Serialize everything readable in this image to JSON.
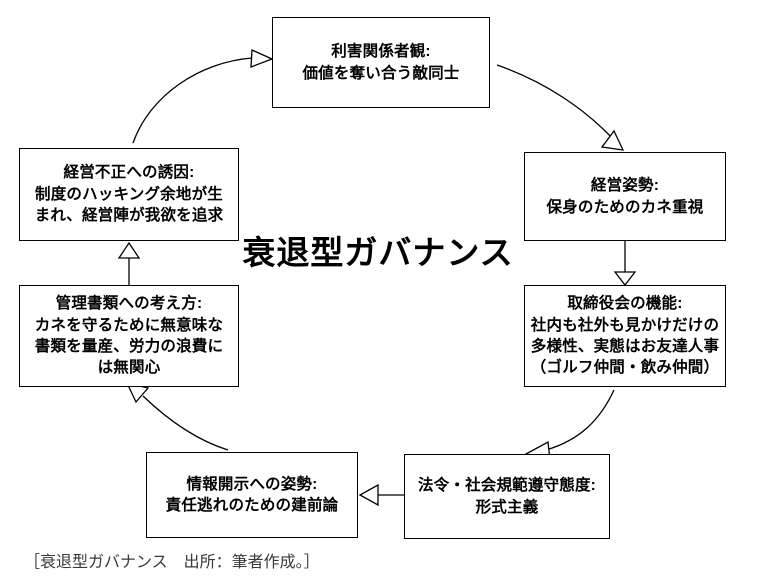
{
  "figure": {
    "center_title": "衰退型ガバナンス",
    "caption": "［衰退型ガバナンス　出所：筆者作成。］",
    "line_color": "#000000",
    "background_color": "#ffffff",
    "text_color": "#000000",
    "caption_color": "#3a3a3a"
  },
  "nodes": [
    {
      "id": "stakeholder-view",
      "lines": [
        "利害関係者観:",
        "価値を奪い合う敵同士"
      ]
    },
    {
      "id": "management-stance",
      "lines": [
        "経営姿勢:",
        "保身のためのカネ重視"
      ]
    },
    {
      "id": "board-function",
      "lines": [
        "取締役会の機能:",
        "社内も社外も見かけだけの",
        "多様性、実態はお友達人事",
        "（ゴルフ仲間・飲み仲間）"
      ]
    },
    {
      "id": "compliance-attitude",
      "lines": [
        "法令・社会規範遵守態度:",
        "形式主義"
      ]
    },
    {
      "id": "disclosure-attitude",
      "lines": [
        "情報開示への姿勢:",
        "責任逃れのための建前論"
      ]
    },
    {
      "id": "management-documents",
      "lines": [
        "管理書類への考え方:",
        "カネを守るために無意味な",
        "書類を量産、労力の浪費に",
        "は無関心"
      ]
    },
    {
      "id": "misconduct-incentive",
      "lines": [
        "経営不正への誘因:",
        "制度のハッキング余地が生",
        "まれ、経営陣が我欲を追求"
      ]
    }
  ],
  "arrows": [
    {
      "id": "stakeholder-to-management-stance",
      "style": "curved",
      "from": "stakeholder-view",
      "to": "management-stance"
    },
    {
      "id": "management-stance-to-board",
      "style": "straight-vertical",
      "from": "management-stance",
      "to": "board-function"
    },
    {
      "id": "board-to-compliance",
      "style": "curved",
      "from": "board-function",
      "to": "compliance-attitude"
    },
    {
      "id": "compliance-to-disclosure",
      "style": "straight-horizontal",
      "from": "compliance-attitude",
      "to": "disclosure-attitude"
    },
    {
      "id": "disclosure-to-documents",
      "style": "curved",
      "from": "disclosure-attitude",
      "to": "management-documents"
    },
    {
      "id": "documents-to-incentive",
      "style": "straight-vertical",
      "from": "management-documents",
      "to": "misconduct-incentive"
    },
    {
      "id": "incentive-to-stakeholder",
      "style": "curved",
      "from": "misconduct-incentive",
      "to": "stakeholder-view"
    }
  ]
}
